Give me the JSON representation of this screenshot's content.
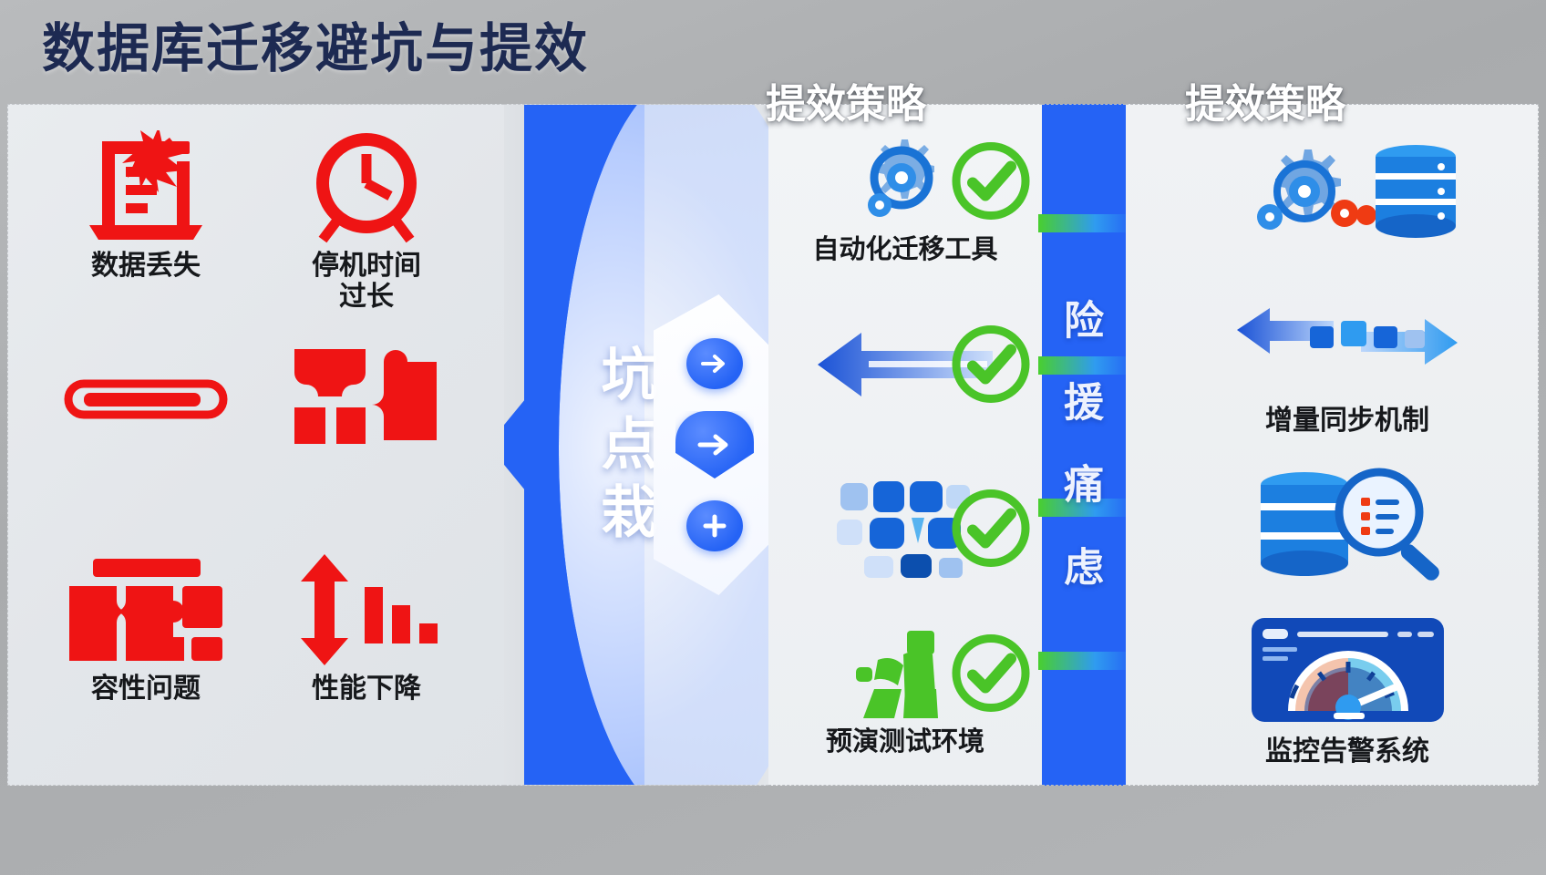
{
  "page": {
    "title": "数据库迁移避坑与提效",
    "accent_blue": "#2563f5",
    "danger_red": "#ef1414",
    "success_green": "#4ac428",
    "title_navy": "#1d2a52"
  },
  "headers": {
    "middle": "提效策略",
    "right": "提效策略"
  },
  "pitfalls": {
    "items": [
      {
        "label": "数据丢失",
        "icon": "broken-database-icon"
      },
      {
        "label": "停机时间\n过长",
        "icon": "clock-icon"
      },
      {
        "label": "",
        "icon": "progress-bar-icon"
      },
      {
        "label": "",
        "icon": "puzzle-mismatch-icon"
      },
      {
        "label": "容性问题",
        "icon": "puzzle-blocks-icon"
      },
      {
        "label": "性能下降",
        "icon": "down-arrow-bars-icon"
      }
    ]
  },
  "center": {
    "vertical_text": [
      "坑",
      "点",
      "栽"
    ],
    "pills": [
      "arrow-right-icon",
      "arrow-right-icon",
      "plus-icon"
    ]
  },
  "strategies_mid": {
    "items": [
      {
        "label": "自动化迁移工具",
        "icon": "gears-icon",
        "check": "check-circle-icon"
      },
      {
        "label": "",
        "icon": "left-arrow-icon",
        "check": "check-circle-icon"
      },
      {
        "label": "",
        "icon": "blue-blocks-icon",
        "check": "check-circle-icon"
      },
      {
        "label": "预演测试环境",
        "icon": "green-worker-icon",
        "check": "check-circle-icon"
      }
    ]
  },
  "band": {
    "vertical_text": [
      "险",
      "援",
      "痛",
      "虑"
    ]
  },
  "strategies_right": {
    "items": [
      {
        "label": "",
        "icon": "gear-database-icon"
      },
      {
        "label": "增量同步机制",
        "icon": "sync-blocks-icon"
      },
      {
        "label": "",
        "icon": "database-magnifier-icon"
      },
      {
        "label": "监控告警系统",
        "icon": "dashboard-gauge-icon"
      }
    ]
  }
}
